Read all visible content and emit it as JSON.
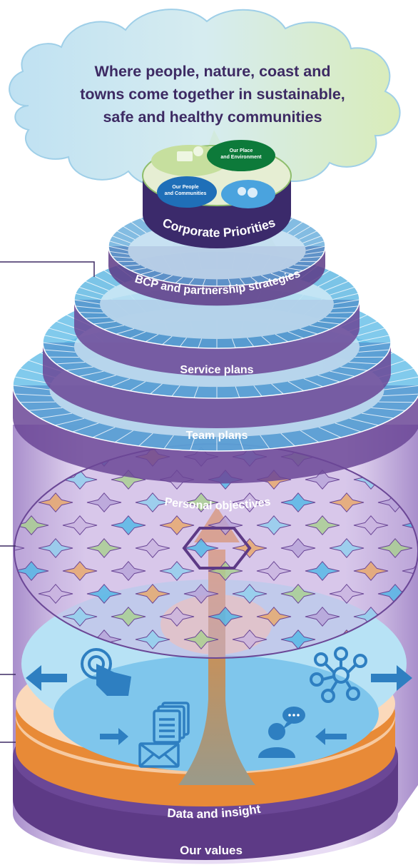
{
  "vision": {
    "lines": [
      "Where people, nature, coast and",
      "towns come together in sustainable,",
      "safe and healthy communities"
    ]
  },
  "top_disc": {
    "place_label": [
      "Our Place",
      "and Environment"
    ],
    "people_label": [
      "Our People",
      "and Communities"
    ]
  },
  "tiers": {
    "corporate_priorities": "Corporate Priorities",
    "strategies": "BCP and partnership strategies",
    "service_plans": "Service plans",
    "team_plans": "Team plans",
    "personal_objectives": "Personal objectives",
    "data_insight": "Data and insight",
    "values": "Our values"
  },
  "icons": [
    "touch-hand-icon",
    "network-hub-icon",
    "documents-icon",
    "envelope-icon",
    "person-chat-icon",
    "arrow-left-icon",
    "arrow-right-icon",
    "arrow-up-icon"
  ],
  "colors": {
    "purple_dark": "#4a2f73",
    "purple": "#6b4796",
    "lavender": "#c9b4e0",
    "cyan": "#4fb8e6",
    "light_blue": "#b9e3f5",
    "green": "#a8d08d",
    "orange": "#e88a37",
    "peach": "#f8d3b1",
    "text_dark": "#3d2a63"
  }
}
